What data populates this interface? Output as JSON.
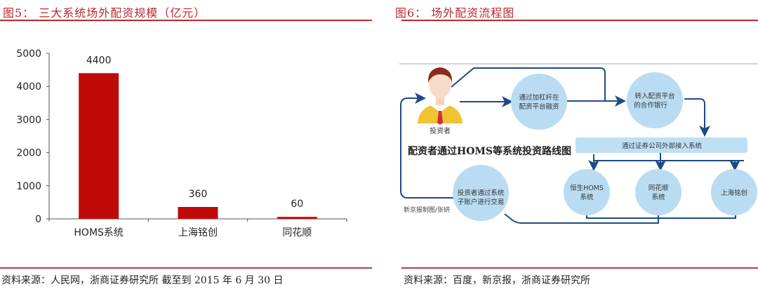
{
  "figure5": {
    "title": "图5： 三大系统场外配资规模（亿元）",
    "source": "资料来源：人民网，浙商证券研究所 截至到 2015 年 6 月 30 日"
  },
  "figure6": {
    "title": "图6： 场外配资流程图",
    "source": "资料来源：百度，新京报，浙商证券研究所",
    "diagram": {
      "investor_label": "投资者",
      "heading": "配资者通过HOMS等系统投资路线图",
      "credit": "新京报制图/张妍",
      "nodes": {
        "leverage": [
          "通过加杠杆在",
          "配资平台融资"
        ],
        "bank": [
          "转入配资平台",
          "的合作银行"
        ],
        "broker_bar": "通过证券公司外部接入系统",
        "homs": [
          "恒生HOMS",
          "系统"
        ],
        "ths": [
          "同花顺",
          "系统"
        ],
        "mingchuang": [
          "上海铭创"
        ],
        "trade": [
          "投资者通过系统",
          "子账户进行交易"
        ]
      },
      "colors": {
        "circle": "#b9dcf2",
        "bar": "#bfe0f4",
        "arrow": "#1d4a86"
      }
    }
  },
  "chart_data": {
    "type": "bar",
    "title": "三大系统场外配资规模（亿元）",
    "categories": [
      "HOMS系统",
      "上海铭创",
      "同花顺"
    ],
    "values": [
      4400,
      360,
      60
    ],
    "data_labels": [
      "4400",
      "360",
      "60"
    ],
    "xlabel": "",
    "ylabel": "",
    "ylim": [
      0,
      5000
    ],
    "yticks": [
      0,
      1000,
      2000,
      3000,
      4000,
      5000
    ],
    "grid": false,
    "legend": null,
    "bar_color": "#c00a0a"
  }
}
